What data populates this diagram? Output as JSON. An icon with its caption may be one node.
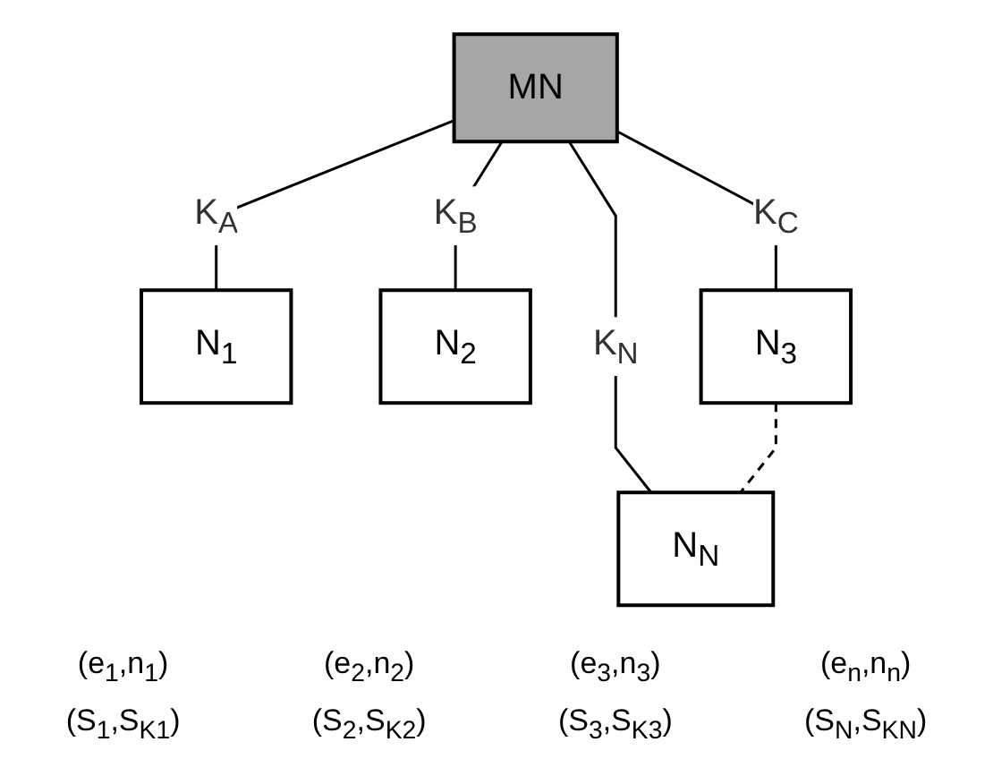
{
  "diagram": {
    "nodes": [
      {
        "text": [
          "MN"
        ]
      },
      {
        "text": [
          "N$_{1}$"
        ],
        "beside": [
          "(e$_{1}$,n$_{1}$)",
          "(S$_{1}$,S$_{K1}$)"
        ]
      },
      {
        "text": [
          "N$_{2}$"
        ],
        "beside": [
          "(e$_{2}$,n$_{2}$)",
          "(S$_{2}$,S$_{K2}$)"
        ]
      },
      {
        "text": [
          "N$_{3}$"
        ],
        "beside": [
          "(e$_{3}$,n$_{3}$)",
          "(S$_{3}$,S$_{K3}$)"
        ]
      },
      {
        "text": [
          "N$_{N}$"
        ],
        "beside": [
          "(e$_{n}$,n$_{n}$)",
          "(S$_{N}$,S$_{KN}$)"
        ]
      }
    ],
    "edges": [
      {
        "from": 0,
        "to": 1,
        "arrow": "none",
        "label": "K$_{A}$"
      },
      {
        "from": 0,
        "to": 2,
        "arrow": "none",
        "label": "K$_{B}$"
      },
      {
        "from": 0,
        "to": 3,
        "arrow": "none",
        "label": "K$_{C}$"
      },
      {
        "from": 0,
        "to": 4,
        "arrow": "none",
        "label": "K$_{N}$"
      },
      {
        "from": 3,
        "to": 4,
        "arrow": "none",
        "style": "dashed"
      }
    ]
  }
}
